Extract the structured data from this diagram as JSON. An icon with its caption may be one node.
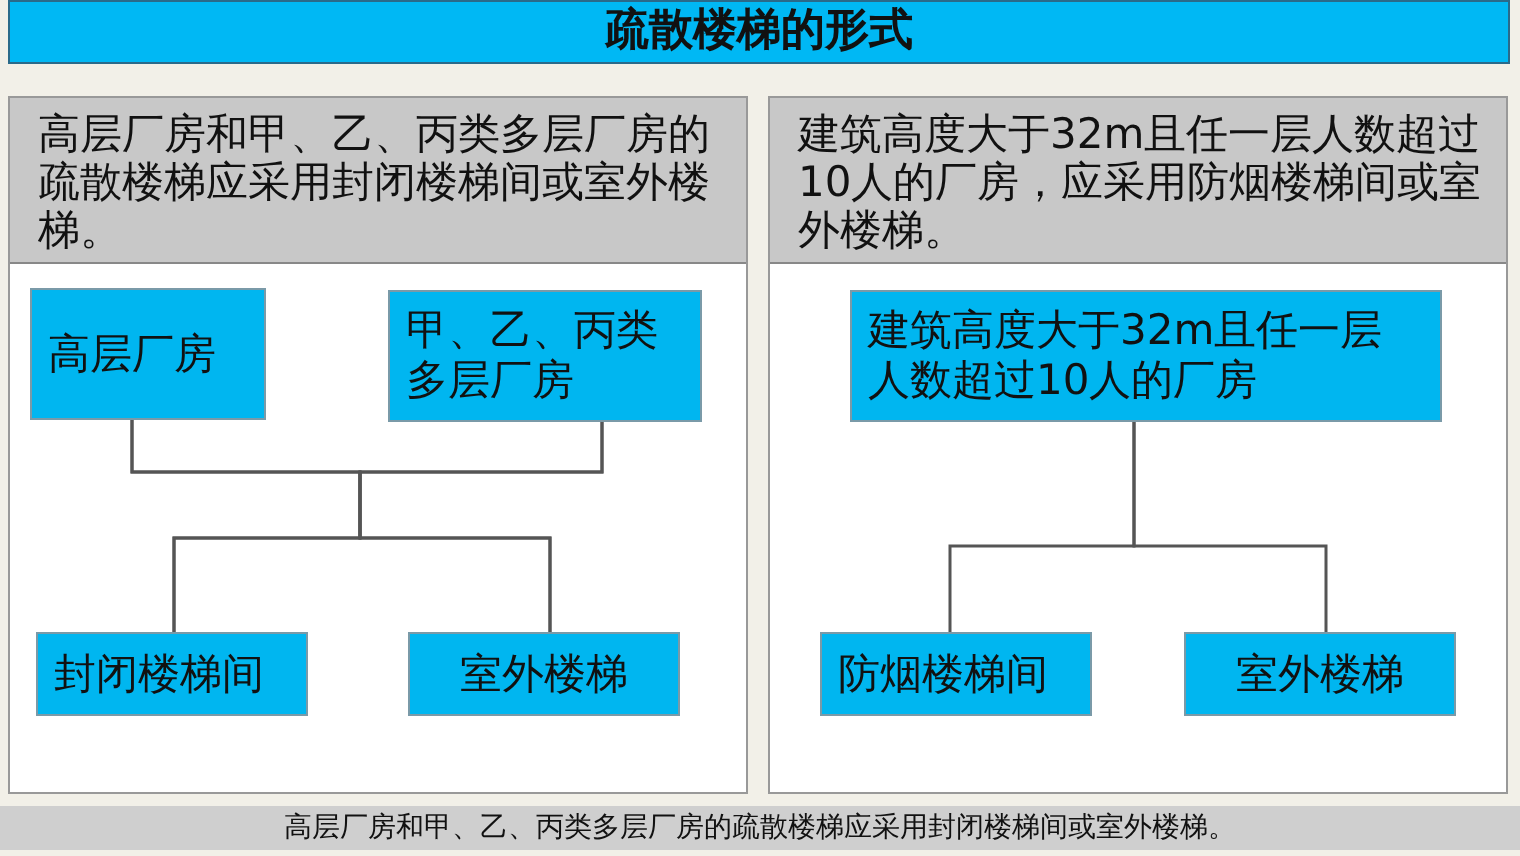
{
  "diagram": {
    "title": "疏散楼梯的形式",
    "caption": "高层厂房和甲、乙、丙类多层厂房的疏散楼梯应采用封闭楼梯间或室外楼梯。",
    "nodes": [
      {
        "text": [
          "高层厂房和甲、乙、丙类多层厂房的疏散楼梯应采用封闭楼梯间或室外楼梯。"
        ]
      },
      {
        "text": [
          "高层厂房"
        ],
        "in": 0
      },
      {
        "text": [
          "甲、乙、丙类多层厂房"
        ],
        "in": 0
      },
      {
        "text": [
          "封闭楼梯间"
        ],
        "in": 0
      },
      {
        "text": [
          "室外楼梯"
        ],
        "in": 0
      },
      {
        "text": [
          "建筑高度大于32m且任一层人数超过10人的厂房，应采用防烟楼梯间或室外楼梯。"
        ]
      },
      {
        "text": [
          "建筑高度大于32m且任一层人数超过10人的厂房"
        ],
        "in": 5
      },
      {
        "text": [
          "防烟楼梯间"
        ],
        "in": 5
      },
      {
        "text": [
          "室外楼梯"
        ],
        "in": 5
      }
    ],
    "edges": [
      {
        "from": 1,
        "to": 3,
        "arrow": "none"
      },
      {
        "from": 1,
        "to": 4,
        "arrow": "none"
      },
      {
        "from": 2,
        "to": 3,
        "arrow": "none"
      },
      {
        "from": 2,
        "to": 4,
        "arrow": "none"
      },
      {
        "from": 6,
        "to": 7,
        "arrow": "none"
      },
      {
        "from": 6,
        "to": 8,
        "arrow": "none"
      }
    ]
  }
}
